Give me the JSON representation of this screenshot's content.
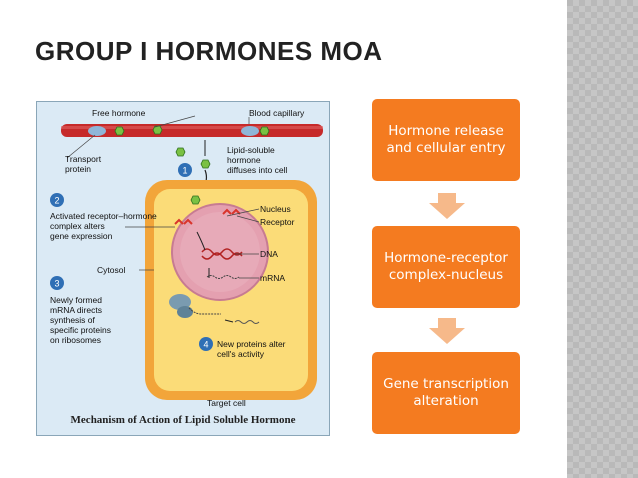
{
  "slide": {
    "title": "GROUP I HORMONES MOA"
  },
  "figure": {
    "caption": "Mechanism of Action of Lipid Soluble Hormone",
    "labels": {
      "free_hormone": "Free hormone",
      "blood_capillary": "Blood capillary",
      "transport_protein": "Transport protein",
      "lipid_soluble": "Lipid-soluble hormone diffuses into cell",
      "nucleus": "Nucleus",
      "receptor": "Receptor",
      "activated": "Activated receptor–hormone complex alters gene expression",
      "dna": "DNA",
      "cytosol": "Cytosol",
      "mrna": "mRNA",
      "newly_formed": "Newly formed mRNA directs synthesis of specific proteins on ribosomes",
      "new_proteins": "New proteins alter cell's activity",
      "target_cell": "Target cell"
    },
    "steps": [
      "1",
      "2",
      "3",
      "4"
    ]
  },
  "flow": {
    "steps": [
      {
        "label": "Hormone release and cellular entry"
      },
      {
        "label": "Hormone-receptor complex-nucleus"
      },
      {
        "label": "Gene transcription alteration"
      }
    ]
  },
  "colors": {
    "box": "#f47b20",
    "arrow": "#f6b98a",
    "capillary": "#c62a2a",
    "cell_outer": "#f2a53a",
    "cell_inner": "#fbdc78",
    "nucleus": "#e4a0b0"
  }
}
